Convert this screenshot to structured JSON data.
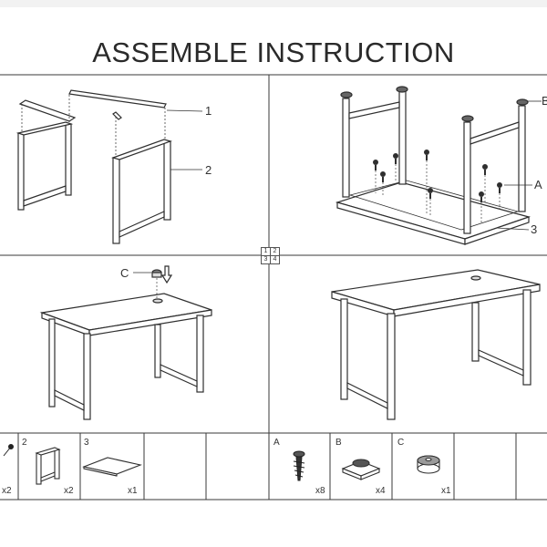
{
  "title": "ASSEMBLE INSTRUCTION",
  "page_marks": [
    "1",
    "2",
    "3",
    "4"
  ],
  "step1": {
    "callouts": [
      "1",
      "2"
    ]
  },
  "step2": {
    "callouts": [
      "B",
      "A",
      "3"
    ]
  },
  "step3": {
    "callouts": [
      "C"
    ]
  },
  "parts": [
    {
      "id": "",
      "qty": "x2",
      "icon": "bolt-icon"
    },
    {
      "id": "2",
      "qty": "x2",
      "icon": "leg-frame-icon"
    },
    {
      "id": "3",
      "qty": "x1",
      "icon": "tabletop-icon"
    },
    {
      "id": "",
      "qty": "",
      "icon": ""
    },
    {
      "id": "A",
      "qty": "x8",
      "icon": "screw-icon"
    },
    {
      "id": "B",
      "qty": "x4",
      "icon": "foot-pad-icon"
    },
    {
      "id": "C",
      "qty": "x1",
      "icon": "grommet-icon"
    }
  ]
}
